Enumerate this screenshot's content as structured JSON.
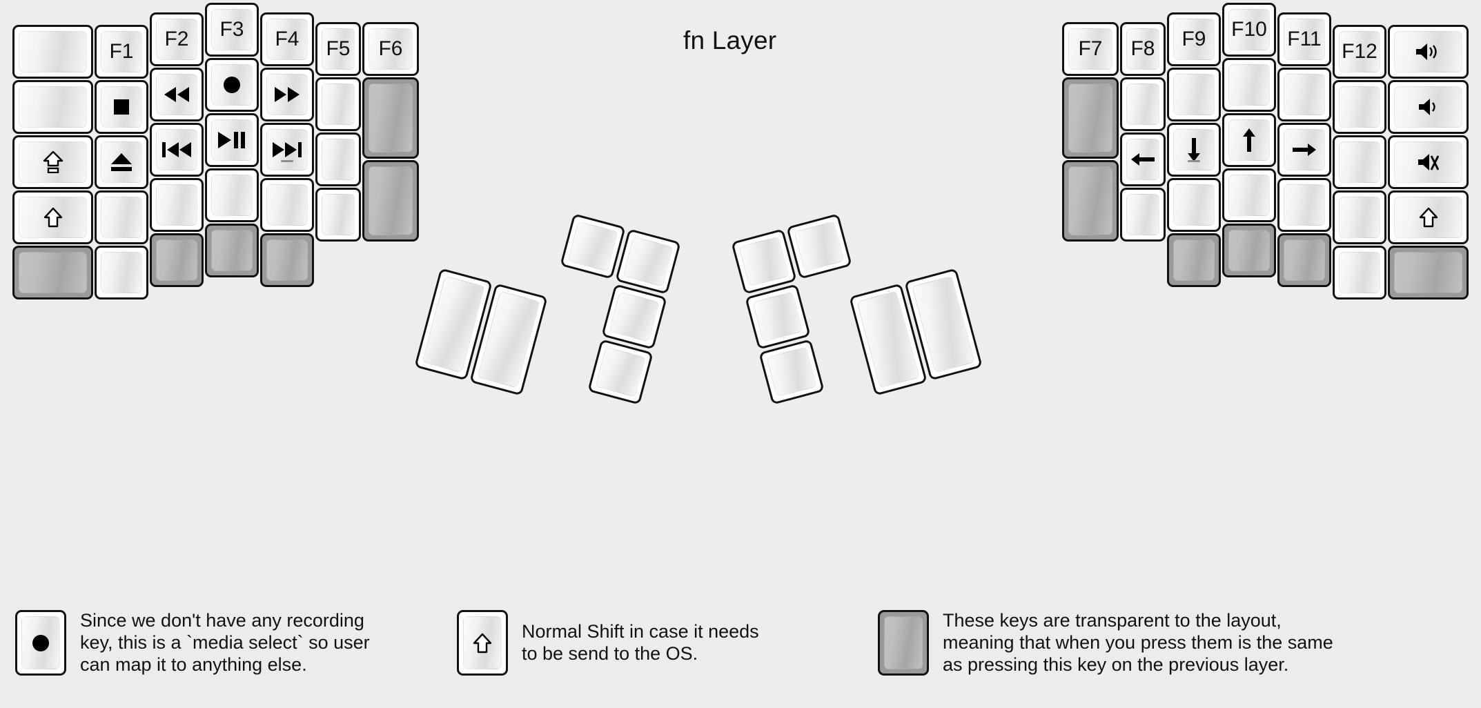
{
  "title": "fn Layer",
  "colors": {
    "background": "#ececec",
    "board": "#ededed",
    "key_outline": "#111111",
    "key_face": "#ffffff",
    "transparent_key": "#9a9a9a"
  },
  "legend": [
    {
      "key_icon": "record-dot-icon",
      "key_style": "normal",
      "text": "Since we don't have any recording\nkey, this is a `media select` so user\ncan map it to anything else."
    },
    {
      "key_icon": "shift-arrow-icon",
      "key_style": "normal",
      "text": "Normal Shift in case it needs\nto be send to the OS."
    },
    {
      "key_icon": "blank",
      "key_style": "transparent",
      "text": "These keys are transparent to the layout,\nmeaning that when you press them is the same\nas pressing this key on the previous layer."
    }
  ],
  "left_half": {
    "columns": [
      {
        "name": "col-pinky-outer",
        "keys": [
          {
            "label": "",
            "icon": "blank",
            "style": "normal"
          },
          {
            "label": "",
            "icon": "blank",
            "style": "normal"
          },
          {
            "label": "",
            "icon": "capslock-icon",
            "style": "normal"
          },
          {
            "label": "",
            "icon": "shift-arrow-icon",
            "style": "normal"
          },
          {
            "label": "",
            "icon": "blank",
            "style": "transparent"
          }
        ]
      },
      {
        "name": "col-pinky",
        "keys": [
          {
            "label": "F1",
            "icon": "",
            "style": "normal"
          },
          {
            "label": "",
            "icon": "stop-icon",
            "style": "normal"
          },
          {
            "label": "",
            "icon": "eject-icon",
            "style": "normal"
          },
          {
            "label": "",
            "icon": "blank",
            "style": "normal"
          },
          {
            "label": "",
            "icon": "blank",
            "style": "normal"
          }
        ]
      },
      {
        "name": "col-ring",
        "keys": [
          {
            "label": "F2",
            "icon": "",
            "style": "normal"
          },
          {
            "label": "",
            "icon": "rewind-icon",
            "style": "normal"
          },
          {
            "label": "",
            "icon": "previous-track-icon",
            "style": "normal"
          },
          {
            "label": "",
            "icon": "blank",
            "style": "normal"
          },
          {
            "label": "",
            "icon": "blank",
            "style": "transparent"
          }
        ]
      },
      {
        "name": "col-middle",
        "keys": [
          {
            "label": "F3",
            "icon": "",
            "style": "normal"
          },
          {
            "label": "",
            "icon": "record-dot-icon",
            "style": "normal"
          },
          {
            "label": "",
            "icon": "play-pause-icon",
            "style": "normal"
          },
          {
            "label": "",
            "icon": "blank",
            "style": "normal"
          },
          {
            "label": "",
            "icon": "blank",
            "style": "transparent"
          }
        ]
      },
      {
        "name": "col-index",
        "keys": [
          {
            "label": "F4",
            "icon": "",
            "style": "normal"
          },
          {
            "label": "",
            "icon": "fast-forward-icon",
            "style": "normal"
          },
          {
            "label": "",
            "icon": "next-track-icon",
            "style": "normal",
            "homing": true
          },
          {
            "label": "",
            "icon": "blank",
            "style": "normal"
          },
          {
            "label": "",
            "icon": "blank",
            "style": "transparent"
          }
        ]
      },
      {
        "name": "col-index-inner",
        "keys": [
          {
            "label": "F5",
            "icon": "",
            "style": "normal"
          },
          {
            "label": "",
            "icon": "blank",
            "style": "normal"
          },
          {
            "label": "",
            "icon": "blank",
            "style": "normal"
          },
          {
            "label": "",
            "icon": "blank",
            "style": "normal"
          }
        ]
      },
      {
        "name": "col-thumb-outer",
        "keys": [
          {
            "label": "F6",
            "icon": "",
            "style": "normal"
          },
          {
            "label": "",
            "icon": "blank",
            "style": "transparent"
          },
          {
            "label": "",
            "icon": "blank",
            "style": "transparent"
          }
        ]
      }
    ],
    "thumb_cluster": [
      {
        "name": "left-thumb-small-top-inner",
        "icon": "blank",
        "style": "normal"
      },
      {
        "name": "left-thumb-small-top-outer",
        "icon": "blank",
        "style": "normal"
      },
      {
        "name": "left-thumb-small-mid",
        "icon": "blank",
        "style": "normal"
      },
      {
        "name": "left-thumb-small-bottom",
        "icon": "blank",
        "style": "normal"
      },
      {
        "name": "left-thumb-large-outer",
        "icon": "blank",
        "style": "normal"
      },
      {
        "name": "left-thumb-large-inner",
        "icon": "blank",
        "style": "normal"
      }
    ]
  },
  "right_half": {
    "columns": [
      {
        "name": "col-thumb-outer",
        "keys": [
          {
            "label": "F7",
            "icon": "",
            "style": "normal"
          },
          {
            "label": "",
            "icon": "blank",
            "style": "transparent"
          },
          {
            "label": "",
            "icon": "blank",
            "style": "transparent"
          }
        ]
      },
      {
        "name": "col-index-inner",
        "keys": [
          {
            "label": "F8",
            "icon": "",
            "style": "normal"
          },
          {
            "label": "",
            "icon": "blank",
            "style": "normal"
          },
          {
            "label": "",
            "icon": "arrow-left-icon",
            "style": "normal"
          },
          {
            "label": "",
            "icon": "blank",
            "style": "normal"
          }
        ]
      },
      {
        "name": "col-index",
        "keys": [
          {
            "label": "F9",
            "icon": "",
            "style": "normal"
          },
          {
            "label": "",
            "icon": "blank",
            "style": "normal"
          },
          {
            "label": "",
            "icon": "arrow-down-icon",
            "style": "normal",
            "homing": true
          },
          {
            "label": "",
            "icon": "blank",
            "style": "normal"
          },
          {
            "label": "",
            "icon": "blank",
            "style": "transparent"
          }
        ]
      },
      {
        "name": "col-middle",
        "keys": [
          {
            "label": "F10",
            "icon": "",
            "style": "normal"
          },
          {
            "label": "",
            "icon": "blank",
            "style": "normal"
          },
          {
            "label": "",
            "icon": "arrow-up-icon",
            "style": "normal"
          },
          {
            "label": "",
            "icon": "blank",
            "style": "normal"
          },
          {
            "label": "",
            "icon": "blank",
            "style": "transparent"
          }
        ]
      },
      {
        "name": "col-ring",
        "keys": [
          {
            "label": "F11",
            "icon": "",
            "style": "normal"
          },
          {
            "label": "",
            "icon": "blank",
            "style": "normal"
          },
          {
            "label": "",
            "icon": "arrow-right-icon",
            "style": "normal"
          },
          {
            "label": "",
            "icon": "blank",
            "style": "normal"
          },
          {
            "label": "",
            "icon": "blank",
            "style": "transparent"
          }
        ]
      },
      {
        "name": "col-pinky",
        "keys": [
          {
            "label": "F12",
            "icon": "",
            "style": "normal"
          },
          {
            "label": "",
            "icon": "blank",
            "style": "normal"
          },
          {
            "label": "",
            "icon": "blank",
            "style": "normal"
          },
          {
            "label": "",
            "icon": "blank",
            "style": "normal"
          },
          {
            "label": "",
            "icon": "blank",
            "style": "normal"
          }
        ]
      },
      {
        "name": "col-pinky-outer",
        "keys": [
          {
            "label": "",
            "icon": "volume-up-icon",
            "style": "normal"
          },
          {
            "label": "",
            "icon": "volume-down-icon",
            "style": "normal"
          },
          {
            "label": "",
            "icon": "volume-mute-icon",
            "style": "normal"
          },
          {
            "label": "",
            "icon": "shift-arrow-icon",
            "style": "normal"
          },
          {
            "label": "",
            "icon": "blank",
            "style": "transparent"
          }
        ]
      }
    ],
    "thumb_cluster": [
      {
        "name": "right-thumb-small-top-outer",
        "icon": "blank",
        "style": "normal"
      },
      {
        "name": "right-thumb-small-top-inner",
        "icon": "blank",
        "style": "normal"
      },
      {
        "name": "right-thumb-small-mid",
        "icon": "blank",
        "style": "normal"
      },
      {
        "name": "right-thumb-small-bottom",
        "icon": "blank",
        "style": "normal"
      },
      {
        "name": "right-thumb-large-inner",
        "icon": "blank",
        "style": "normal"
      },
      {
        "name": "right-thumb-large-outer",
        "icon": "blank",
        "style": "normal"
      }
    ]
  }
}
